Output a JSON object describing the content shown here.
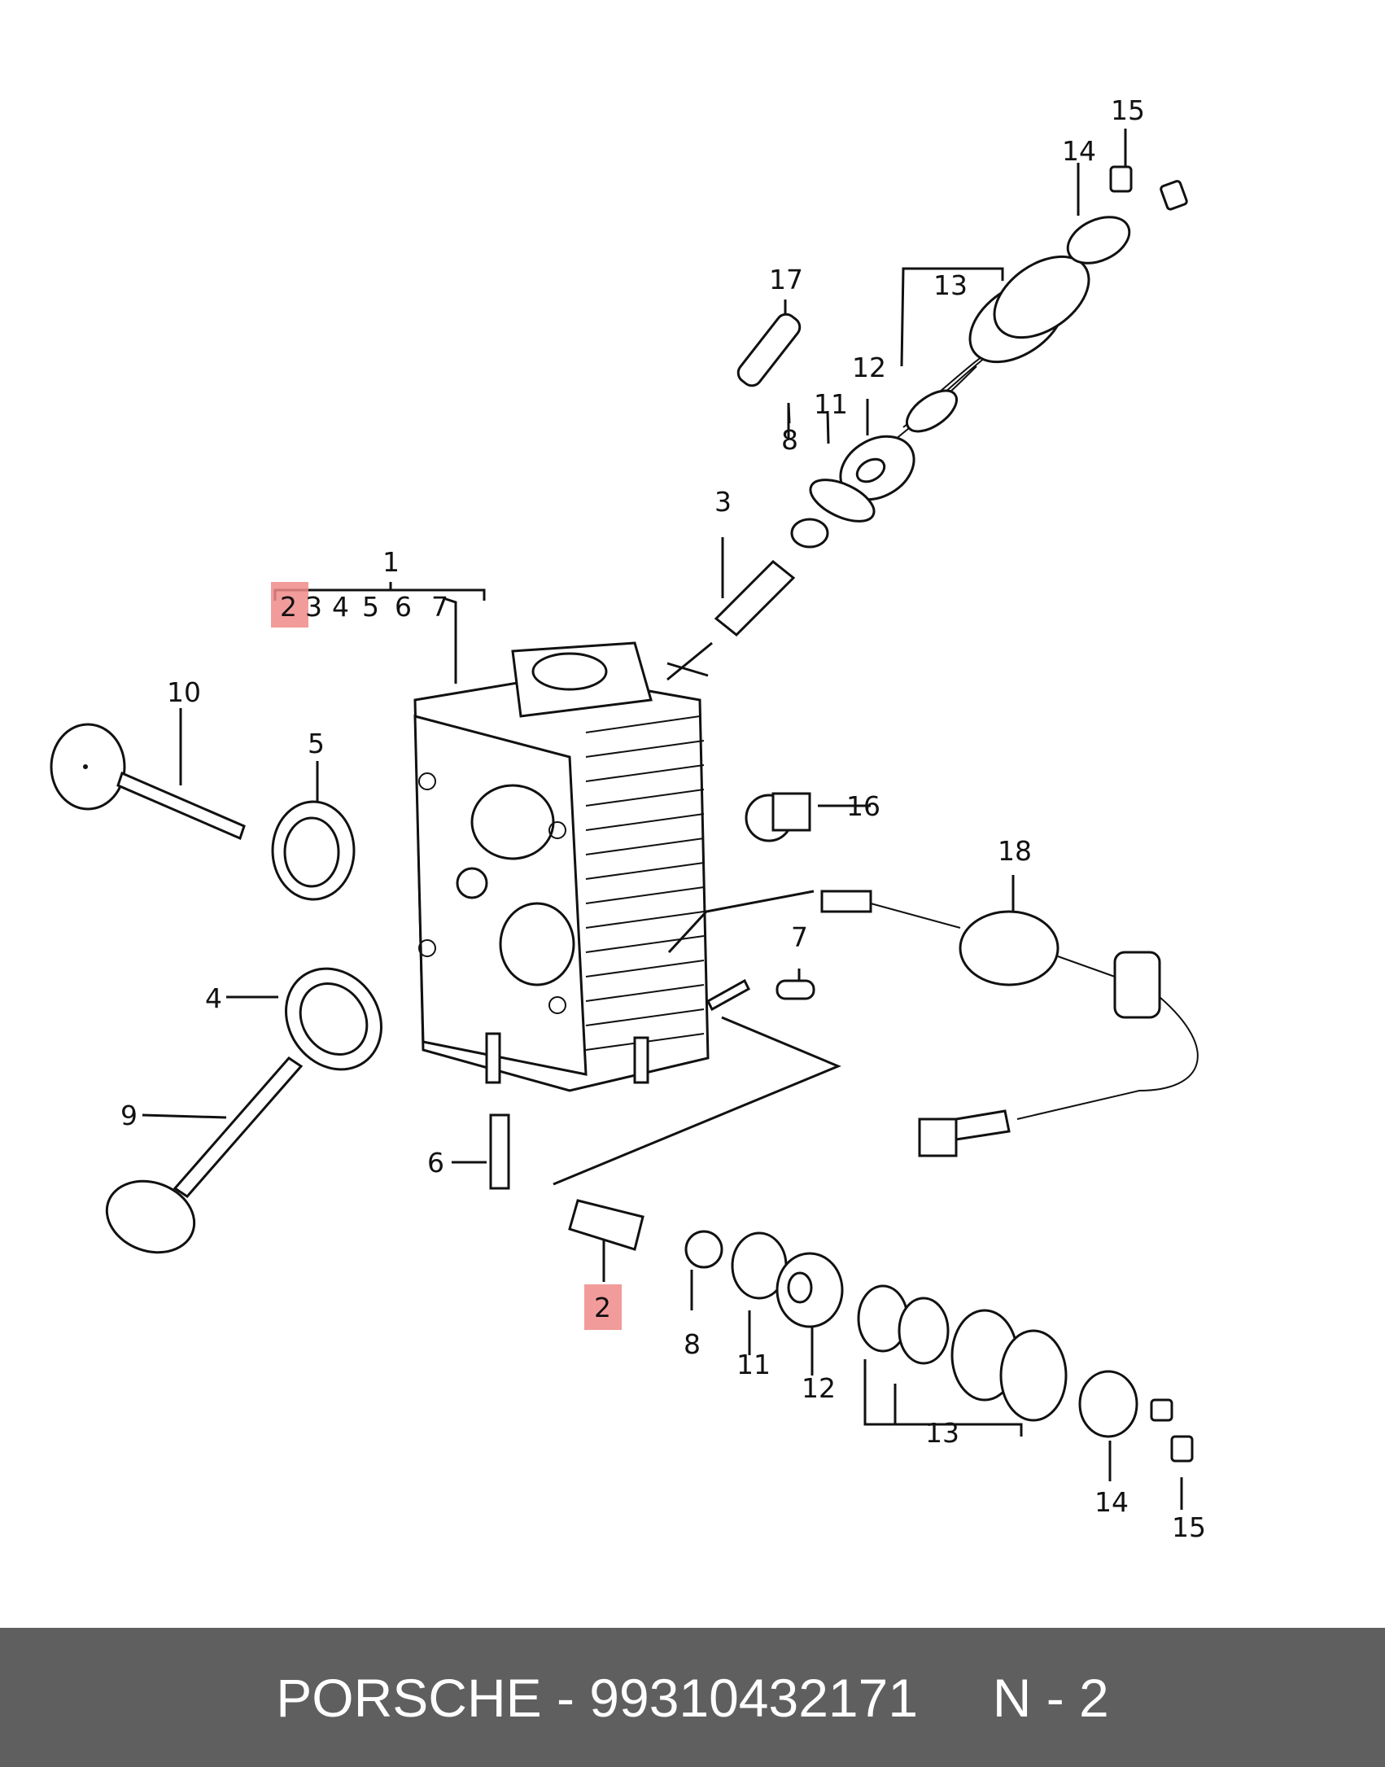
{
  "labels": {
    "l1": "1",
    "l2_group": "2",
    "l3_group": "3",
    "l4_group": "4",
    "l5_group": "5",
    "l6_group": "6",
    "l7_group": "7",
    "l10": "10",
    "l5": "5",
    "l4": "4",
    "l9": "9",
    "l6": "6",
    "l17": "17",
    "l13_top": "13",
    "l15_top": "15",
    "l14_top": "14",
    "l12_top": "12",
    "l11_top": "11",
    "l8_top": "8",
    "l3": "3",
    "l16": "16",
    "l18": "18",
    "l7": "7",
    "l2_bottom": "2",
    "l8_bottom": "8",
    "l11_bottom": "11",
    "l12_bottom": "12",
    "l13_bottom": "13",
    "l14_bottom": "14",
    "l15_bottom": "15"
  },
  "highlight_color": "#f08a8a",
  "footer": {
    "text": "PORSCHE - 99310432171     N - 2"
  }
}
